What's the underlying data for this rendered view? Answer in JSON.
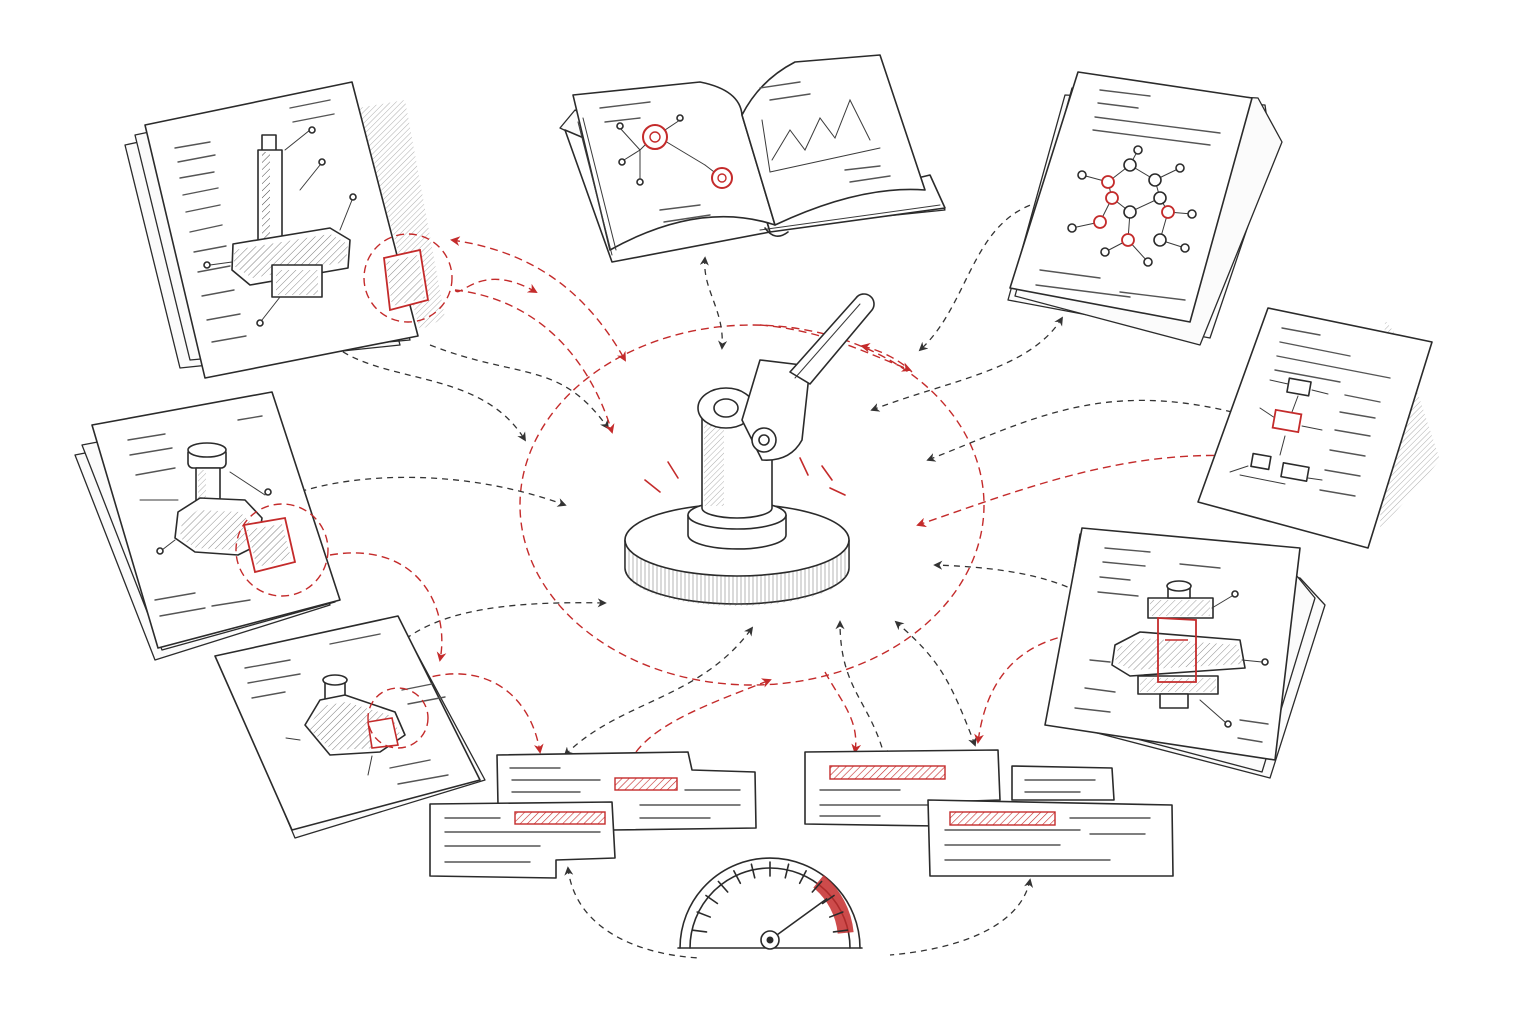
{
  "diagram": {
    "palette": {
      "ink": "#2b2b2b",
      "accent": "#c42b2b",
      "paper": "#ffffff"
    },
    "hub": {
      "icon": "joystick-icon"
    },
    "sources": [
      {
        "id": "doc-flange-shaft",
        "icon": "flange-shaft-drawing-icon",
        "highlight": "red-circle"
      },
      {
        "id": "book-graph",
        "icon": "open-book-icon",
        "highlight": "red-nodes"
      },
      {
        "id": "doc-molecule",
        "icon": "molecule-diagram-icon",
        "highlight": "red-atoms"
      },
      {
        "id": "doc-flowchart",
        "icon": "flowchart-icon",
        "highlight": "red-box"
      },
      {
        "id": "doc-bolt-hex",
        "icon": "bolt-nut-drawing-icon",
        "highlight": "red-circle"
      },
      {
        "id": "doc-bolt-assembly",
        "icon": "bolt-assembly-drawing-icon",
        "highlight": "red-outline"
      },
      {
        "id": "doc-bearing",
        "icon": "bearing-drawing-icon",
        "highlight": "red-circle"
      }
    ],
    "snippets": [
      {
        "id": "snippet-left-back",
        "icon": "text-snippet-icon",
        "highlight": "red-hatched-bar"
      },
      {
        "id": "snippet-left-front",
        "icon": "text-snippet-icon",
        "highlight": "red-hatched-bar"
      },
      {
        "id": "snippet-right-back",
        "icon": "text-snippet-icon",
        "highlight": "red-hatched-bar"
      },
      {
        "id": "snippet-right-small",
        "icon": "text-snippet-icon",
        "highlight": "none"
      },
      {
        "id": "snippet-right-front",
        "icon": "text-snippet-icon",
        "highlight": "red-hatched-bar"
      }
    ],
    "gauge": {
      "icon": "speedometer-gauge-icon",
      "level": 0.8,
      "red_zone_from": 0.72
    }
  }
}
